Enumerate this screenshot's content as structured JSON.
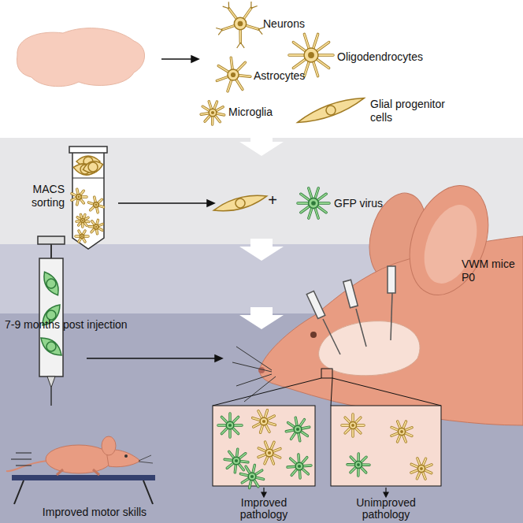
{
  "diagram": {
    "labels": [
      "Neurons",
      "Astrocytes",
      "Oligodendrocytes",
      "Microglia",
      "Glial progenitor cells",
      "MACS sorting",
      "+",
      "GFP virus",
      "VWM mice",
      "P0",
      "7-9 months post injection",
      "Improved motor skills",
      "Improved pathology",
      "Unimproved pathology"
    ]
  }
}
